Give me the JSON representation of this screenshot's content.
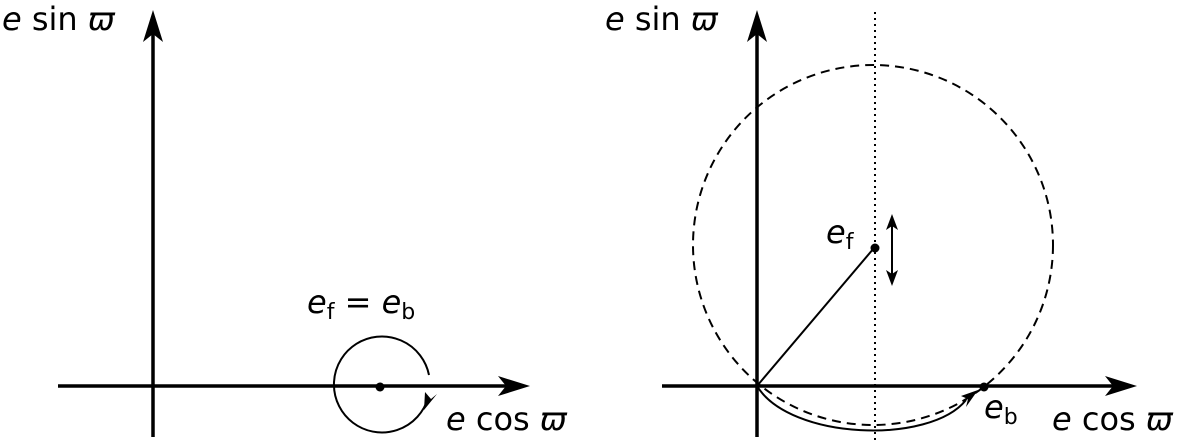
{
  "left_panel": {
    "y_axis_label": {
      "var": "e",
      "func": " sin ",
      "angle": "ϖ"
    },
    "x_axis_label": {
      "var": "e",
      "func": " cos ",
      "angle": "ϖ"
    },
    "point_label": {
      "var1": "e",
      "sub1": "f",
      "eq": " = ",
      "var2": "e",
      "sub2": "b"
    }
  },
  "right_panel": {
    "y_axis_label": {
      "var": "e",
      "func": " sin ",
      "angle": "ϖ"
    },
    "x_axis_label": {
      "var": "e",
      "func": " cos ",
      "angle": "ϖ"
    },
    "forced_label": {
      "var": "e",
      "sub": "f"
    },
    "free_label": {
      "var": "e",
      "sub": "b"
    }
  },
  "colors": {
    "stroke": "#000000",
    "background": "#ffffff"
  }
}
